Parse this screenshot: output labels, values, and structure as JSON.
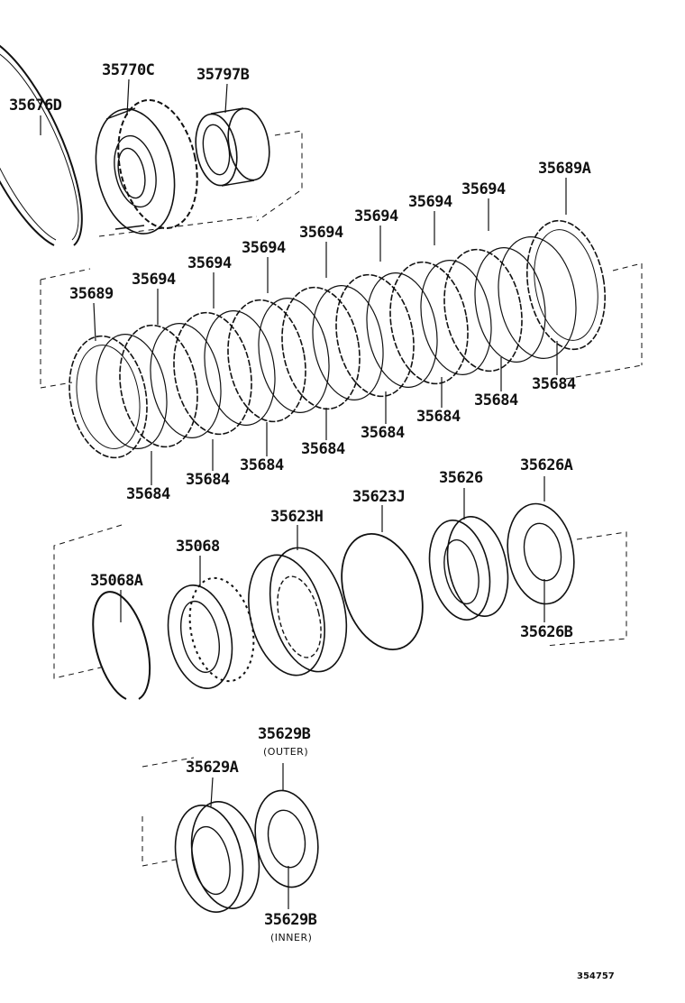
{
  "labels": {
    "p35676D": "35676D",
    "p35770C": "35770C",
    "p35797B": "35797B",
    "p35689A": "35689A",
    "p35689": "35689",
    "p35694_a": "35694",
    "p35694_b": "35694",
    "p35694_c": "35694",
    "p35694_d": "35694",
    "p35694_e": "35694",
    "p35694_f": "35694",
    "p35694_g": "35694",
    "p35684_a": "35684",
    "p35684_b": "35684",
    "p35684_c": "35684",
    "p35684_d": "35684",
    "p35684_e": "35684",
    "p35684_f": "35684",
    "p35684_g": "35684",
    "p35684_h": "35684",
    "p35626A": "35626A",
    "p35626": "35626",
    "p35623J": "35623J",
    "p35623H": "35623H",
    "p35068": "35068",
    "p35068A": "35068A",
    "p35626B": "35626B",
    "p35629B_outer": "35629B",
    "outer_note": "(OUTER)",
    "p35629A": "35629A",
    "p35629B_inner": "35629B",
    "inner_note": "(INNER)"
  },
  "diagram_ref": "354757"
}
